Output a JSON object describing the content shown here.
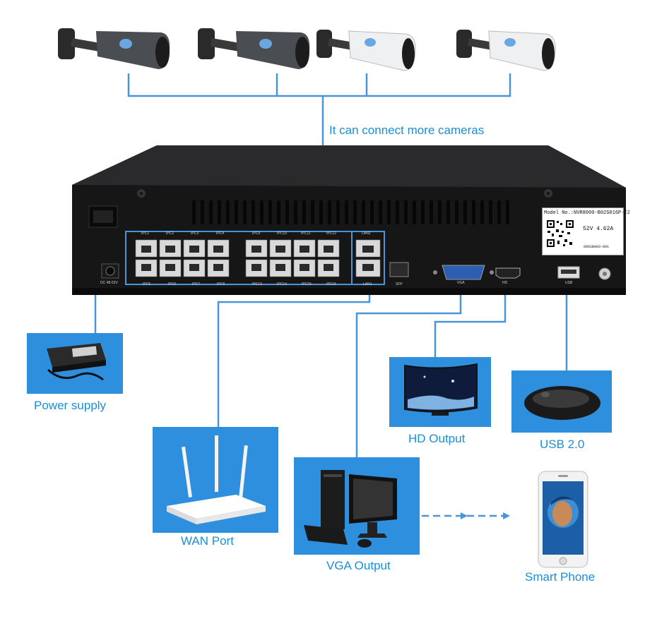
{
  "captions": {
    "more_cameras": "It can connect more cameras",
    "power_supply": "Power supply",
    "hd_output": "HD Output",
    "usb": "USB 2.0",
    "wan_port": "WAN Port",
    "vga_output": "VGA Output",
    "smart_phone": "Smart Phone"
  },
  "nvr": {
    "model_label": "Model No.:NVR8000-B02S016P-C2",
    "rating": "52V 4.62A",
    "serial": "0001BA03-001",
    "dc_label": "DC 48-52V",
    "top_ports": [
      "IPC1",
      "IPC2",
      "IPC3",
      "IPC4",
      "IPC9",
      "IPC10",
      "IPC11",
      "IPC12"
    ],
    "bottom_ports": [
      "IPC5",
      "IPC6",
      "IPC7",
      "IPC8",
      "IPC13",
      "IPC14",
      "IPC15",
      "IPC16"
    ],
    "lan_top": "LAN2",
    "lan_bottom": "LAN1",
    "sfp": "SFP",
    "vga": "VGA",
    "hd": "HD",
    "usb": "USB"
  },
  "colors": {
    "link": "#1a8fd6",
    "panel": "#2e8fde",
    "wire": "#4a95d8",
    "device": "#1e1e1e"
  }
}
